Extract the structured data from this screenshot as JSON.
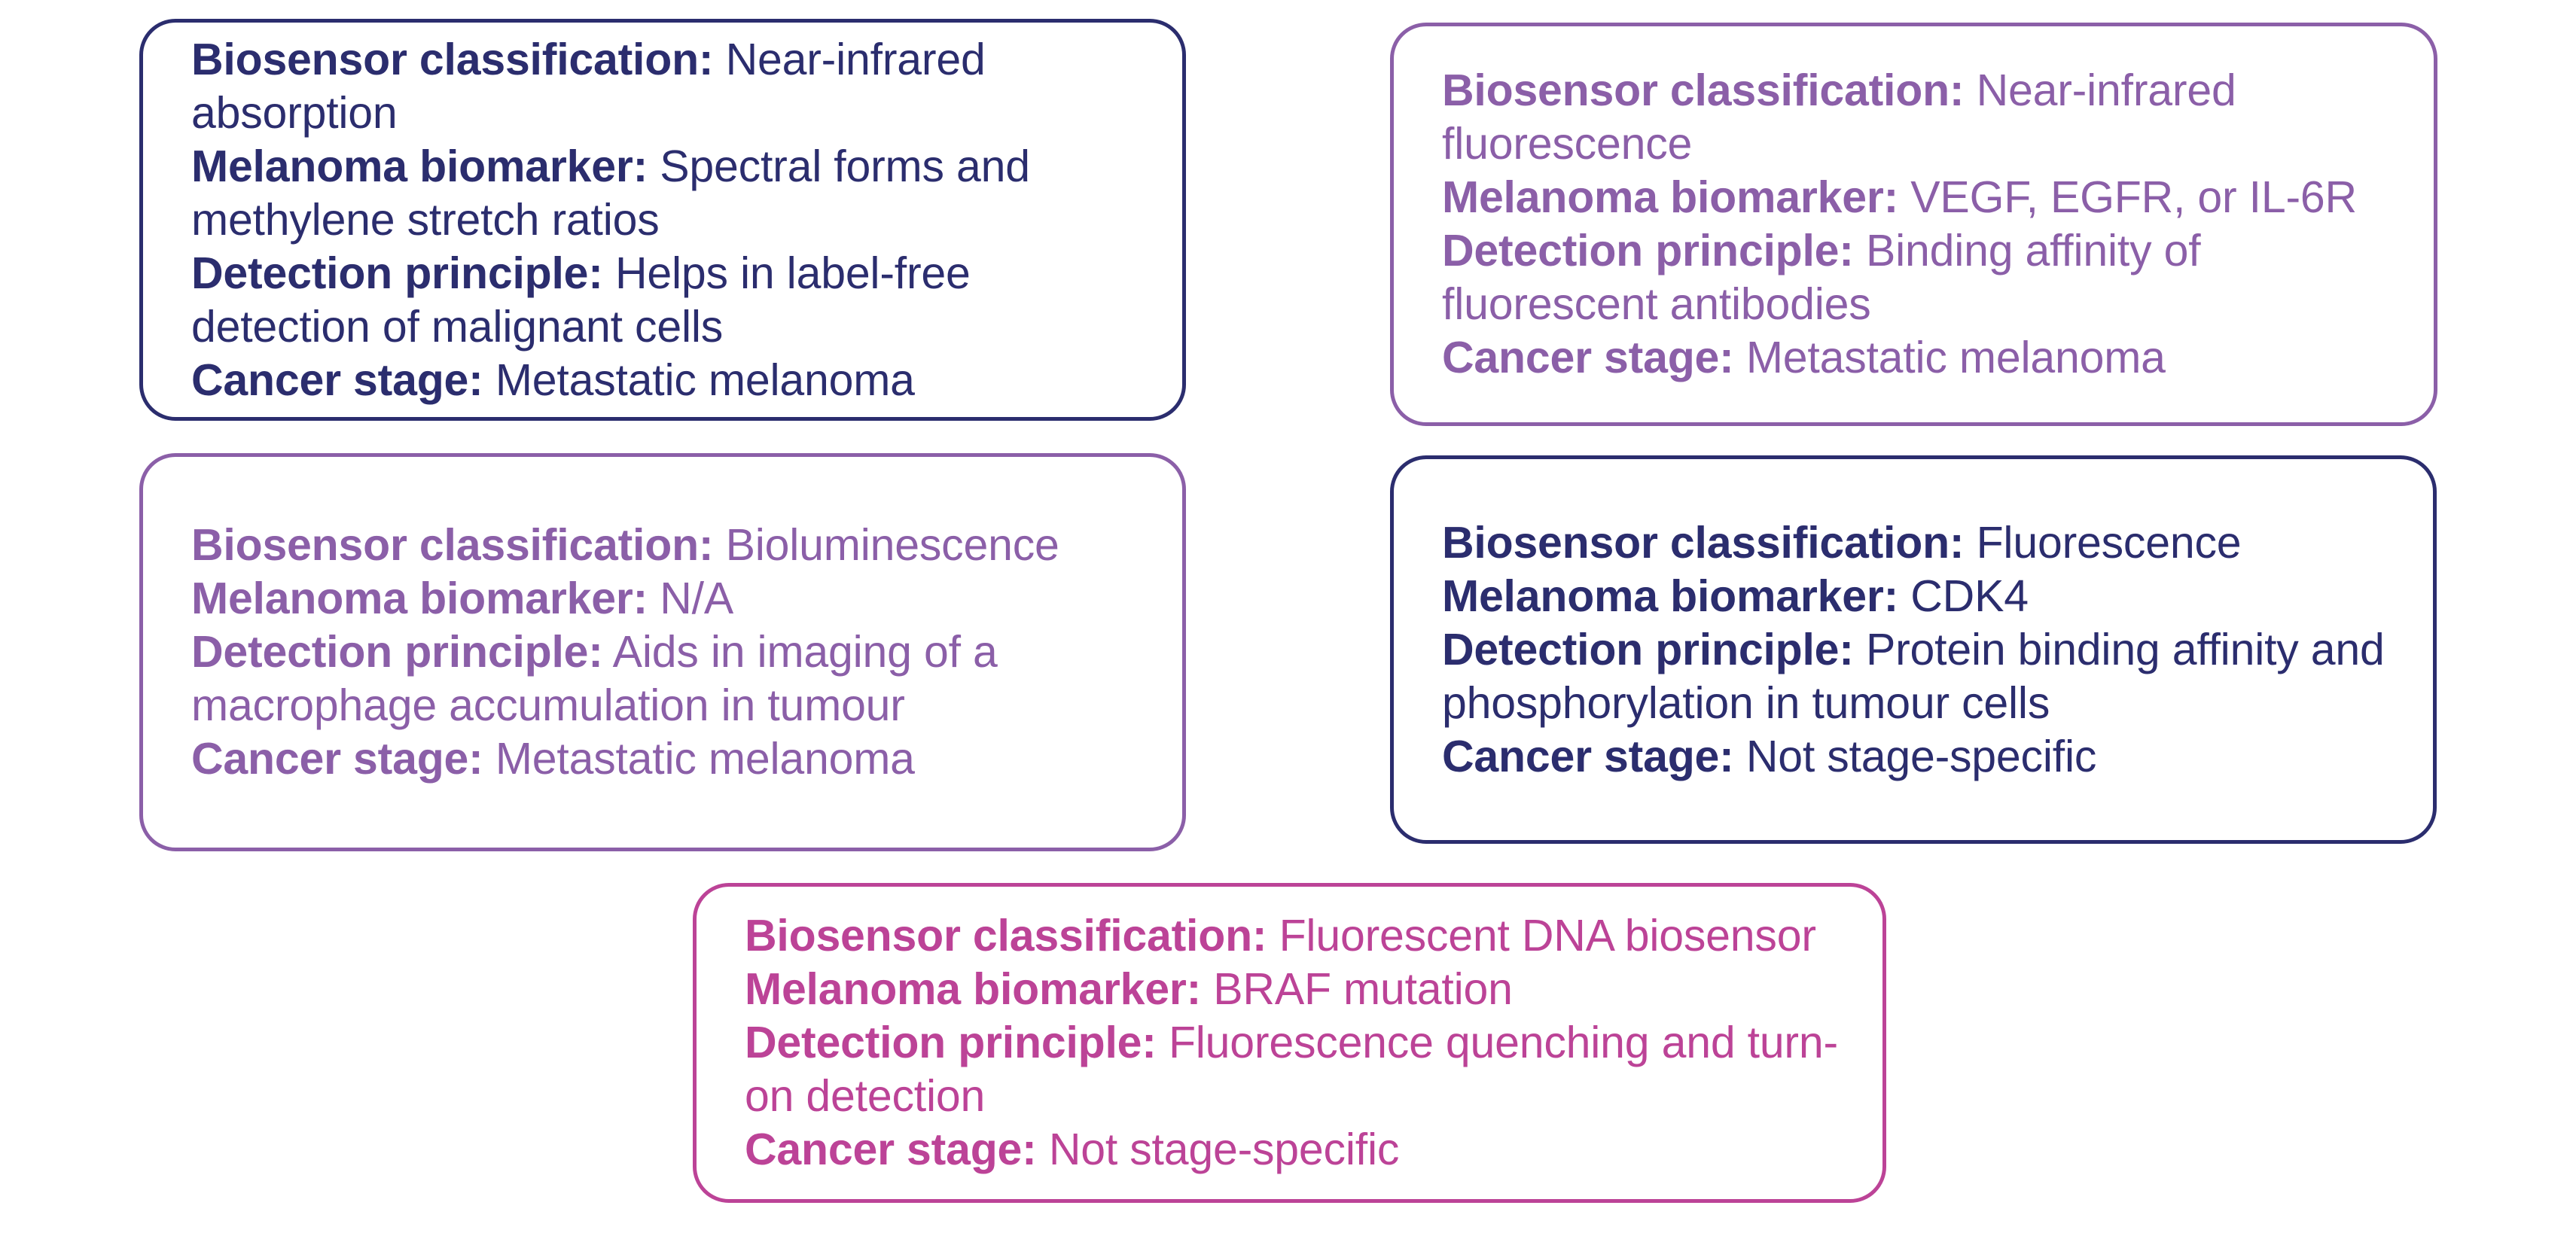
{
  "colors": {
    "navy": "#2B2D6E",
    "purple": "#8B5FA8",
    "magenta": "#BC4397",
    "background": "#FFFFFF"
  },
  "field_labels": {
    "classification": "Biosensor classification:",
    "biomarker": "Melanoma biomarker:",
    "principle": "Detection principle:",
    "stage": "Cancer stage:"
  },
  "cards": [
    {
      "id": "card-1",
      "theme": "navy",
      "classification_label": "Biosensor classification:",
      "classification_value": "Near-infrared absorption",
      "biomarker_label": "Melanoma biomarker:",
      "biomarker_value": "Spectral forms and methylene stretch ratios",
      "principle_label": "Detection principle:",
      "principle_value": "Helps in label-free detection of malignant cells",
      "stage_label": "Cancer stage:",
      "stage_value": "Metastatic melanoma"
    },
    {
      "id": "card-2",
      "theme": "purple",
      "classification_label": "Biosensor classification:",
      "classification_value": "Near-infrared fluorescence",
      "biomarker_label": "Melanoma biomarker:",
      "biomarker_value": "VEGF, EGFR, or IL-6R",
      "principle_label": "Detection principle:",
      "principle_value": "Binding affinity of fluorescent antibodies",
      "stage_label": "Cancer stage:",
      "stage_value": "Metastatic melanoma"
    },
    {
      "id": "card-3",
      "theme": "purple",
      "classification_label": "Biosensor classification:",
      "classification_value": "Bioluminescence",
      "biomarker_label": "Melanoma biomarker:",
      "biomarker_value": "N/A",
      "principle_label": "Detection principle:",
      "principle_value": "Aids in imaging of a macrophage accumulation in tumour",
      "stage_label": "Cancer stage:",
      "stage_value": "Metastatic melanoma"
    },
    {
      "id": "card-4",
      "theme": "navy",
      "classification_label": "Biosensor classification:",
      "classification_value": "Fluorescence",
      "biomarker_label": "Melanoma biomarker:",
      "biomarker_value": "CDK4",
      "principle_label": "Detection principle:",
      "principle_value": "Protein binding affinity and phosphorylation in tumour cells",
      "stage_label": "Cancer stage:",
      "stage_value": "Not stage-specific"
    },
    {
      "id": "card-5",
      "theme": "magenta",
      "classification_label": "Biosensor classification:",
      "classification_value": "Fluorescent DNA biosensor",
      "biomarker_label": "Melanoma biomarker:",
      "biomarker_value": "BRAF mutation",
      "principle_label": "Detection principle:",
      "principle_value": "Fluorescence quenching and turn-on detection",
      "stage_label": "Cancer stage:",
      "stage_value": "Not stage-specific"
    }
  ]
}
